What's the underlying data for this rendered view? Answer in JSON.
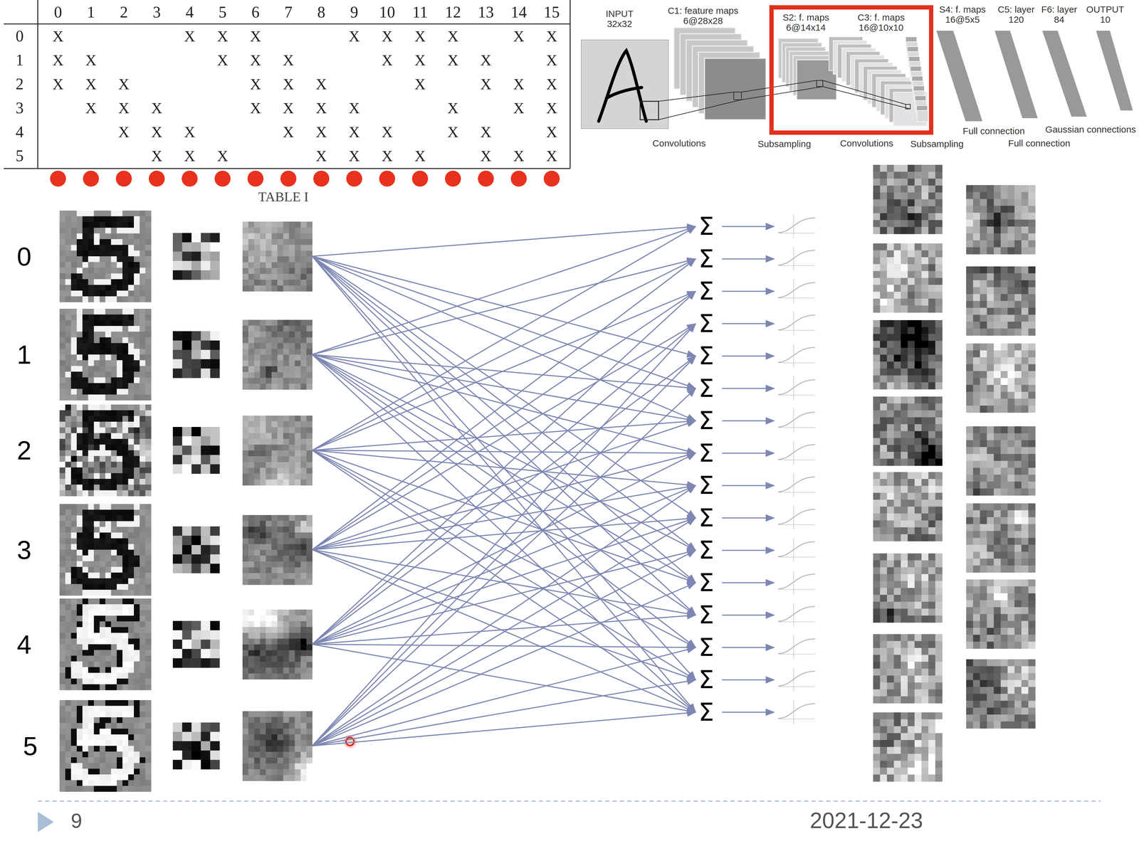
{
  "diagram": {
    "nodes": [
      {
        "text": [
          "0"
        ]
      },
      {
        "text": [
          "1"
        ]
      },
      {
        "text": [
          "2"
        ]
      },
      {
        "text": [
          "3"
        ]
      },
      {
        "text": [
          "4"
        ]
      },
      {
        "text": [
          "5"
        ]
      },
      {
        "text": [
          "Σ"
        ]
      },
      {
        "text": [
          "Σ"
        ]
      },
      {
        "text": [
          "Σ"
        ]
      },
      {
        "text": [
          "Σ"
        ]
      },
      {
        "text": [
          "Σ"
        ]
      },
      {
        "text": [
          "Σ"
        ]
      },
      {
        "text": [
          "Σ"
        ]
      },
      {
        "text": [
          "Σ"
        ]
      },
      {
        "text": [
          "Σ"
        ]
      },
      {
        "text": [
          "Σ"
        ]
      },
      {
        "text": [
          "Σ"
        ]
      },
      {
        "text": [
          "Σ"
        ]
      },
      {
        "text": [
          "Σ"
        ]
      },
      {
        "text": [
          "Σ"
        ]
      },
      {
        "text": [
          "Σ"
        ]
      },
      {
        "text": [
          "Σ"
        ]
      }
    ],
    "edges": [
      {
        "from": 0,
        "to": 6,
        "arrow": "to"
      },
      {
        "from": 0,
        "to": 10,
        "arrow": "to"
      },
      {
        "from": 0,
        "to": 11,
        "arrow": "to"
      },
      {
        "from": 0,
        "to": 12,
        "arrow": "to"
      },
      {
        "from": 0,
        "to": 15,
        "arrow": "to"
      },
      {
        "from": 0,
        "to": 16,
        "arrow": "to"
      },
      {
        "from": 0,
        "to": 17,
        "arrow": "to"
      },
      {
        "from": 0,
        "to": 18,
        "arrow": "to"
      },
      {
        "from": 0,
        "to": 20,
        "arrow": "to"
      },
      {
        "from": 0,
        "to": 21,
        "arrow": "to"
      },
      {
        "from": 1,
        "to": 6,
        "arrow": "to"
      },
      {
        "from": 1,
        "to": 7,
        "arrow": "to"
      },
      {
        "from": 1,
        "to": 11,
        "arrow": "to"
      },
      {
        "from": 1,
        "to": 12,
        "arrow": "to"
      },
      {
        "from": 1,
        "to": 13,
        "arrow": "to"
      },
      {
        "from": 1,
        "to": 16,
        "arrow": "to"
      },
      {
        "from": 1,
        "to": 17,
        "arrow": "to"
      },
      {
        "from": 1,
        "to": 18,
        "arrow": "to"
      },
      {
        "from": 1,
        "to": 19,
        "arrow": "to"
      },
      {
        "from": 1,
        "to": 21,
        "arrow": "to"
      },
      {
        "from": 2,
        "to": 6,
        "arrow": "to"
      },
      {
        "from": 2,
        "to": 7,
        "arrow": "to"
      },
      {
        "from": 2,
        "to": 8,
        "arrow": "to"
      },
      {
        "from": 2,
        "to": 12,
        "arrow": "to"
      },
      {
        "from": 2,
        "to": 13,
        "arrow": "to"
      },
      {
        "from": 2,
        "to": 14,
        "arrow": "to"
      },
      {
        "from": 2,
        "to": 17,
        "arrow": "to"
      },
      {
        "from": 2,
        "to": 19,
        "arrow": "to"
      },
      {
        "from": 2,
        "to": 20,
        "arrow": "to"
      },
      {
        "from": 2,
        "to": 21,
        "arrow": "to"
      },
      {
        "from": 3,
        "to": 7,
        "arrow": "to"
      },
      {
        "from": 3,
        "to": 8,
        "arrow": "to"
      },
      {
        "from": 3,
        "to": 9,
        "arrow": "to"
      },
      {
        "from": 3,
        "to": 12,
        "arrow": "to"
      },
      {
        "from": 3,
        "to": 13,
        "arrow": "to"
      },
      {
        "from": 3,
        "to": 14,
        "arrow": "to"
      },
      {
        "from": 3,
        "to": 15,
        "arrow": "to"
      },
      {
        "from": 3,
        "to": 18,
        "arrow": "to"
      },
      {
        "from": 3,
        "to": 20,
        "arrow": "to"
      },
      {
        "from": 3,
        "to": 21,
        "arrow": "to"
      },
      {
        "from": 4,
        "to": 8,
        "arrow": "to"
      },
      {
        "from": 4,
        "to": 9,
        "arrow": "to"
      },
      {
        "from": 4,
        "to": 10,
        "arrow": "to"
      },
      {
        "from": 4,
        "to": 13,
        "arrow": "to"
      },
      {
        "from": 4,
        "to": 14,
        "arrow": "to"
      },
      {
        "from": 4,
        "to": 15,
        "arrow": "to"
      },
      {
        "from": 4,
        "to": 16,
        "arrow": "to"
      },
      {
        "from": 4,
        "to": 18,
        "arrow": "to"
      },
      {
        "from": 4,
        "to": 19,
        "arrow": "to"
      },
      {
        "from": 4,
        "to": 21,
        "arrow": "to"
      },
      {
        "from": 5,
        "to": 9,
        "arrow": "to"
      },
      {
        "from": 5,
        "to": 10,
        "arrow": "to"
      },
      {
        "from": 5,
        "to": 11,
        "arrow": "to"
      },
      {
        "from": 5,
        "to": 14,
        "arrow": "to"
      },
      {
        "from": 5,
        "to": 15,
        "arrow": "to"
      },
      {
        "from": 5,
        "to": 16,
        "arrow": "to"
      },
      {
        "from": 5,
        "to": 17,
        "arrow": "to"
      },
      {
        "from": 5,
        "to": 19,
        "arrow": "to"
      },
      {
        "from": 5,
        "to": 20,
        "arrow": "to"
      },
      {
        "from": 5,
        "to": 21,
        "arrow": "to"
      }
    ],
    "labels": [
      "0",
      "1",
      "2",
      "3",
      "4",
      "5",
      "6",
      "7",
      "8",
      "9",
      "10",
      "11",
      "12",
      "13",
      "14",
      "15",
      "0",
      "X",
      "X",
      "X",
      "X",
      "X",
      "X",
      "X",
      "X",
      "X",
      "X",
      "1",
      "X",
      "X",
      "X",
      "X",
      "X",
      "X",
      "X",
      "X",
      "X",
      "X",
      "2",
      "X",
      "X",
      "X",
      "X",
      "X",
      "X",
      "X",
      "X",
      "X",
      "X",
      "3",
      "X",
      "X",
      "X",
      "X",
      "X",
      "X",
      "X",
      "X",
      "X",
      "X",
      "4",
      "X",
      "X",
      "X",
      "X",
      "X",
      "X",
      "X",
      "X",
      "X",
      "X",
      "5",
      "X",
      "X",
      "X",
      "X",
      "X",
      "X",
      "X",
      "X",
      "X",
      "X",
      "TABLE I",
      "INPUT 32x32",
      "C1: feature maps 6@28x28",
      "S2: f. maps 6@14x14",
      "C3: f. maps 16@10x10",
      "S4: f. maps 16@5x5",
      "C5: layer 120",
      "F6: layer 84",
      "OUTPUT 10",
      "Convolutions",
      "Subsampling",
      "Convolutions",
      "Subsampling",
      "Full connection",
      "Full connection",
      "Gaussian connections",
      "9",
      "2021-12-23"
    ]
  }
}
